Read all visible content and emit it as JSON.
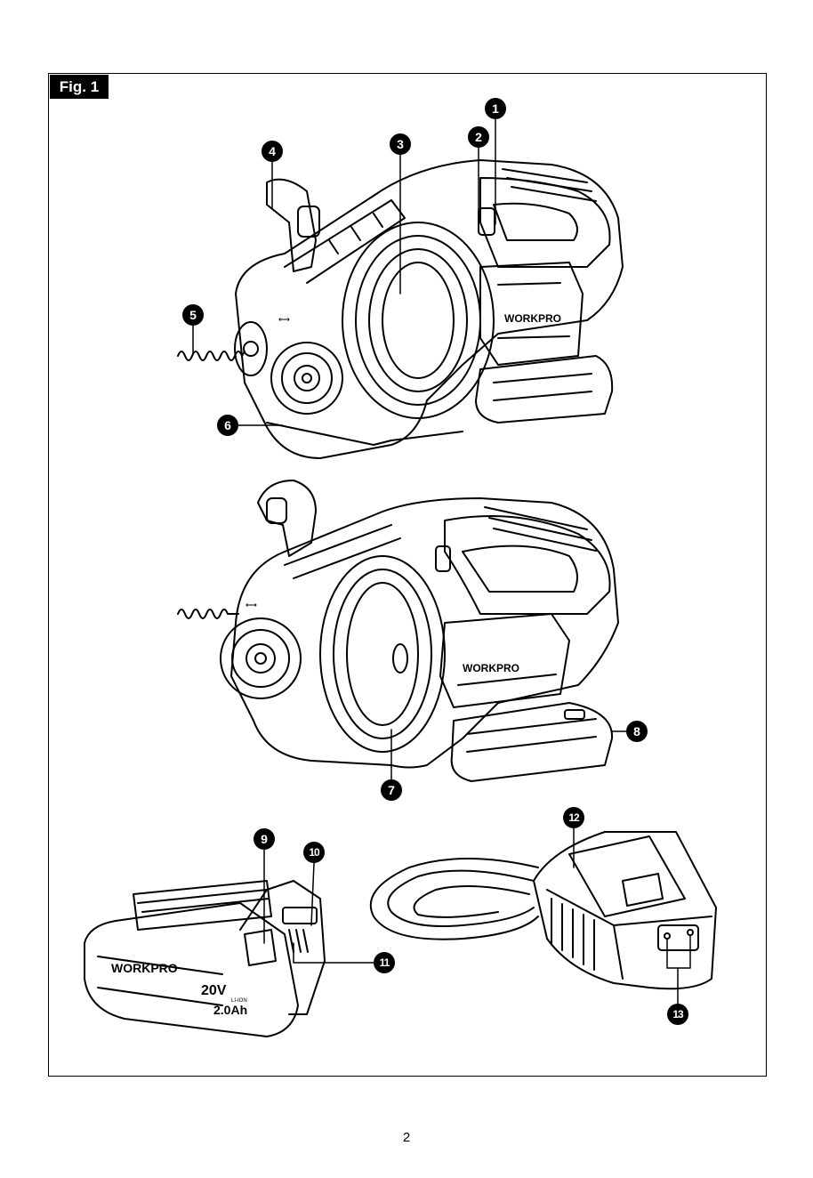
{
  "figure_label": "Fig. 1",
  "callouts": [
    "1",
    "2",
    "3",
    "4",
    "5",
    "6",
    "7",
    "8",
    "9",
    "10",
    "11",
    "12",
    "13"
  ],
  "brand": "WORKPRO",
  "battery": {
    "brand": "WORKPRO",
    "voltage": "20V",
    "chemistry": "LI-ION",
    "capacity": "2.0Ah"
  },
  "page_number": "2"
}
